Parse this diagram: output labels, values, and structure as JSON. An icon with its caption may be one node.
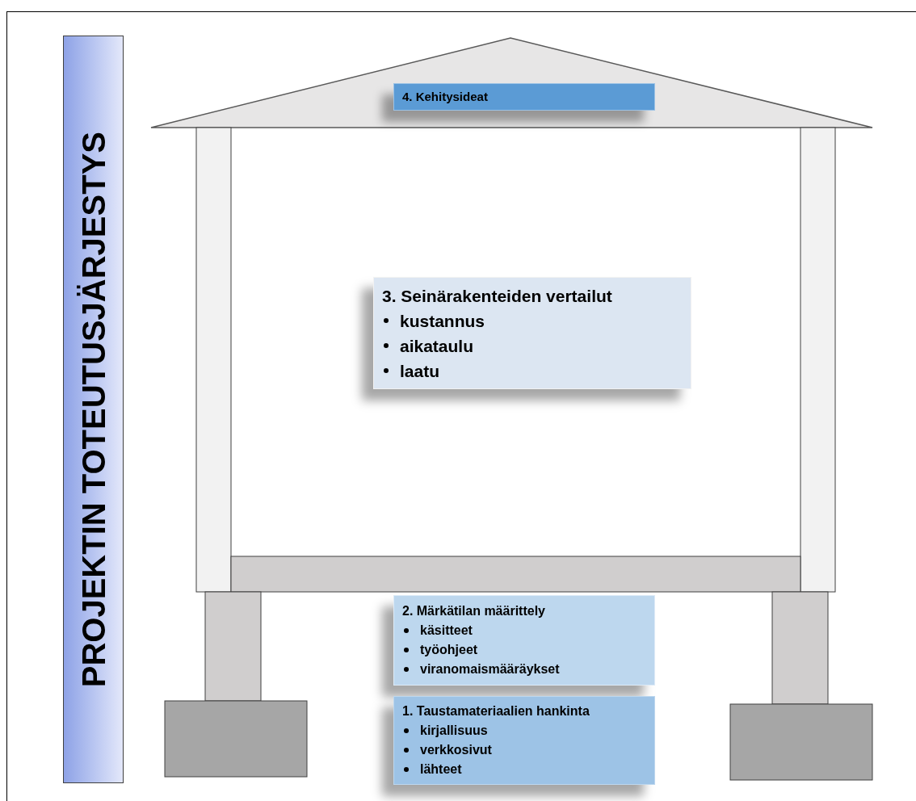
{
  "diagram": {
    "nodes": [
      {
        "text": [
          "PROJEKTIN TOTEUTUSJÄRJESTYS"
        ]
      },
      {
        "text": [
          "4. Kehitysideat"
        ]
      },
      {
        "text": [
          "3. Seinärakenteiden vertailut",
          "kustannus",
          "aikataulu",
          "laatu"
        ]
      },
      {
        "text": [
          "2. Märkätilan määrittely",
          "käsitteet",
          "työohjeet",
          "viranomaismääräykset"
        ]
      },
      {
        "text": [
          "1. Taustamateriaalien hankinta",
          "kirjallisuus",
          "verkkosivut",
          "lähteet"
        ]
      }
    ]
  }
}
